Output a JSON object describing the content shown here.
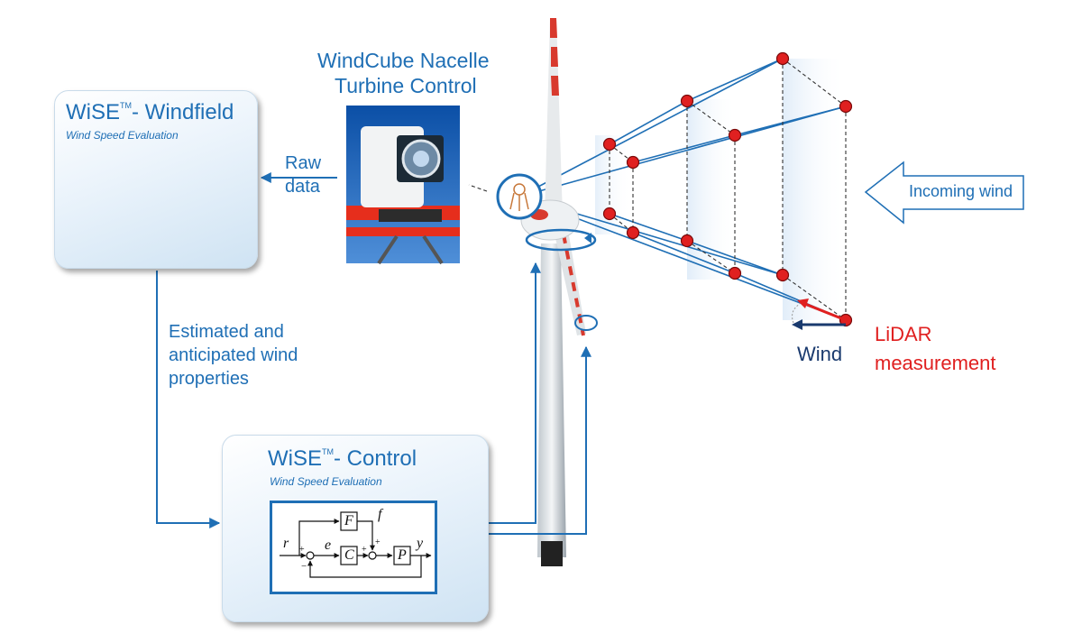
{
  "windcube": {
    "line1": "WindCube Nacelle",
    "line2": "Turbine Control"
  },
  "windfield_box": {
    "title": "WiSE",
    "tm": "TM",
    "title_rest": "- Windfield",
    "subtitle": "Wind Speed Evaluation"
  },
  "raw_data": {
    "line1": "Raw",
    "line2": "data"
  },
  "estimated": {
    "line1": "Estimated and",
    "line2": "anticipated wind",
    "line3": "properties"
  },
  "control_box": {
    "title": "WiSE",
    "tm": "TM",
    "title_rest": "- Control",
    "subtitle": "Wind Speed Evaluation",
    "diagram": {
      "F": "F",
      "C": "C",
      "P": "P",
      "r": "r",
      "e": "e",
      "f": "f",
      "y": "y",
      "plus": "+",
      "minus": "−"
    }
  },
  "incoming_wind": "Incoming wind",
  "wind_label": "Wind",
  "lidar": {
    "line1": "LiDAR",
    "line2": "measurement"
  },
  "colors": {
    "blue": "#1f6fb5",
    "red": "#e02020",
    "dark_blue": "#1a3a6e"
  }
}
